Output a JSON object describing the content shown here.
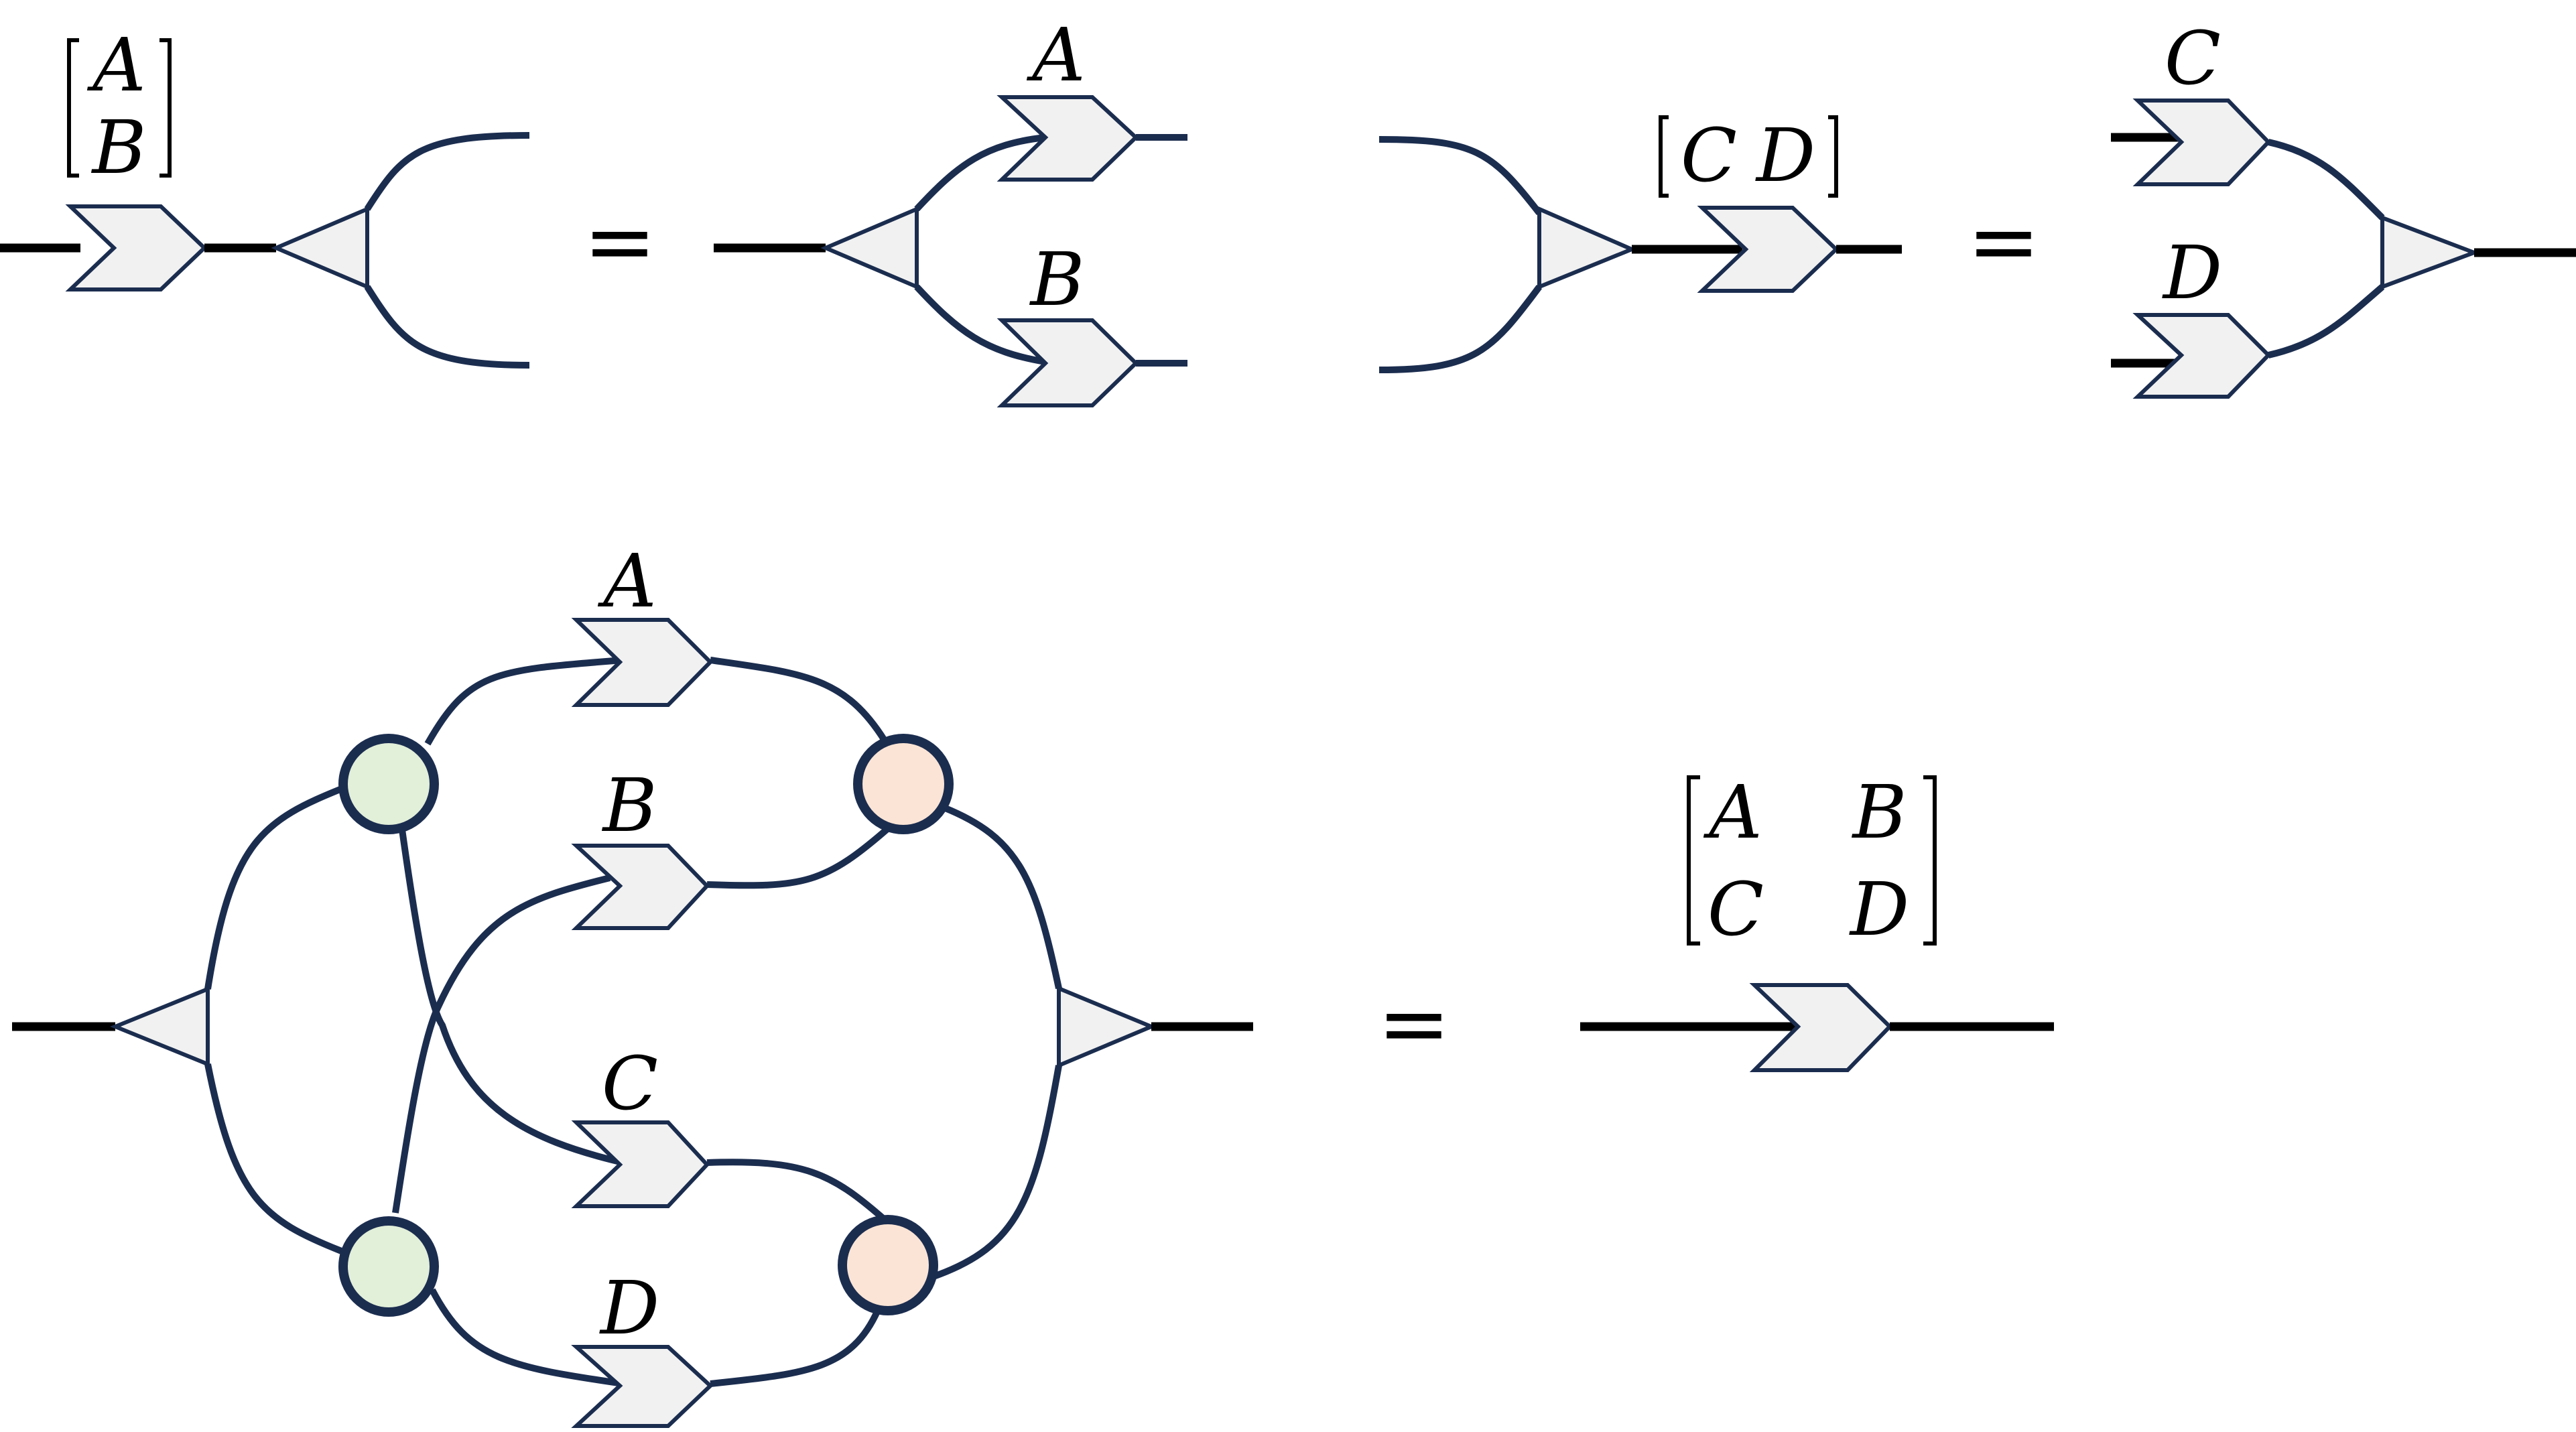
{
  "equations": {
    "copy_split": {
      "stacked_labels": [
        "A",
        "B"
      ],
      "branch_labels": [
        "A",
        "B"
      ],
      "equals": "="
    },
    "merge": {
      "row_labels": [
        "C",
        "D"
      ],
      "branch_labels": [
        "C",
        "D"
      ],
      "equals": "="
    },
    "block_matrix": {
      "path_labels": [
        "A",
        "B",
        "C",
        "D"
      ],
      "matrix": [
        [
          "A",
          "B"
        ],
        [
          "C",
          "D"
        ]
      ],
      "equals": "="
    }
  },
  "colors": {
    "wire": "#1b2d4f",
    "box_fill": "#f1f1f1",
    "copy_node": "#e2efd9",
    "add_node": "#fbe4d5"
  }
}
